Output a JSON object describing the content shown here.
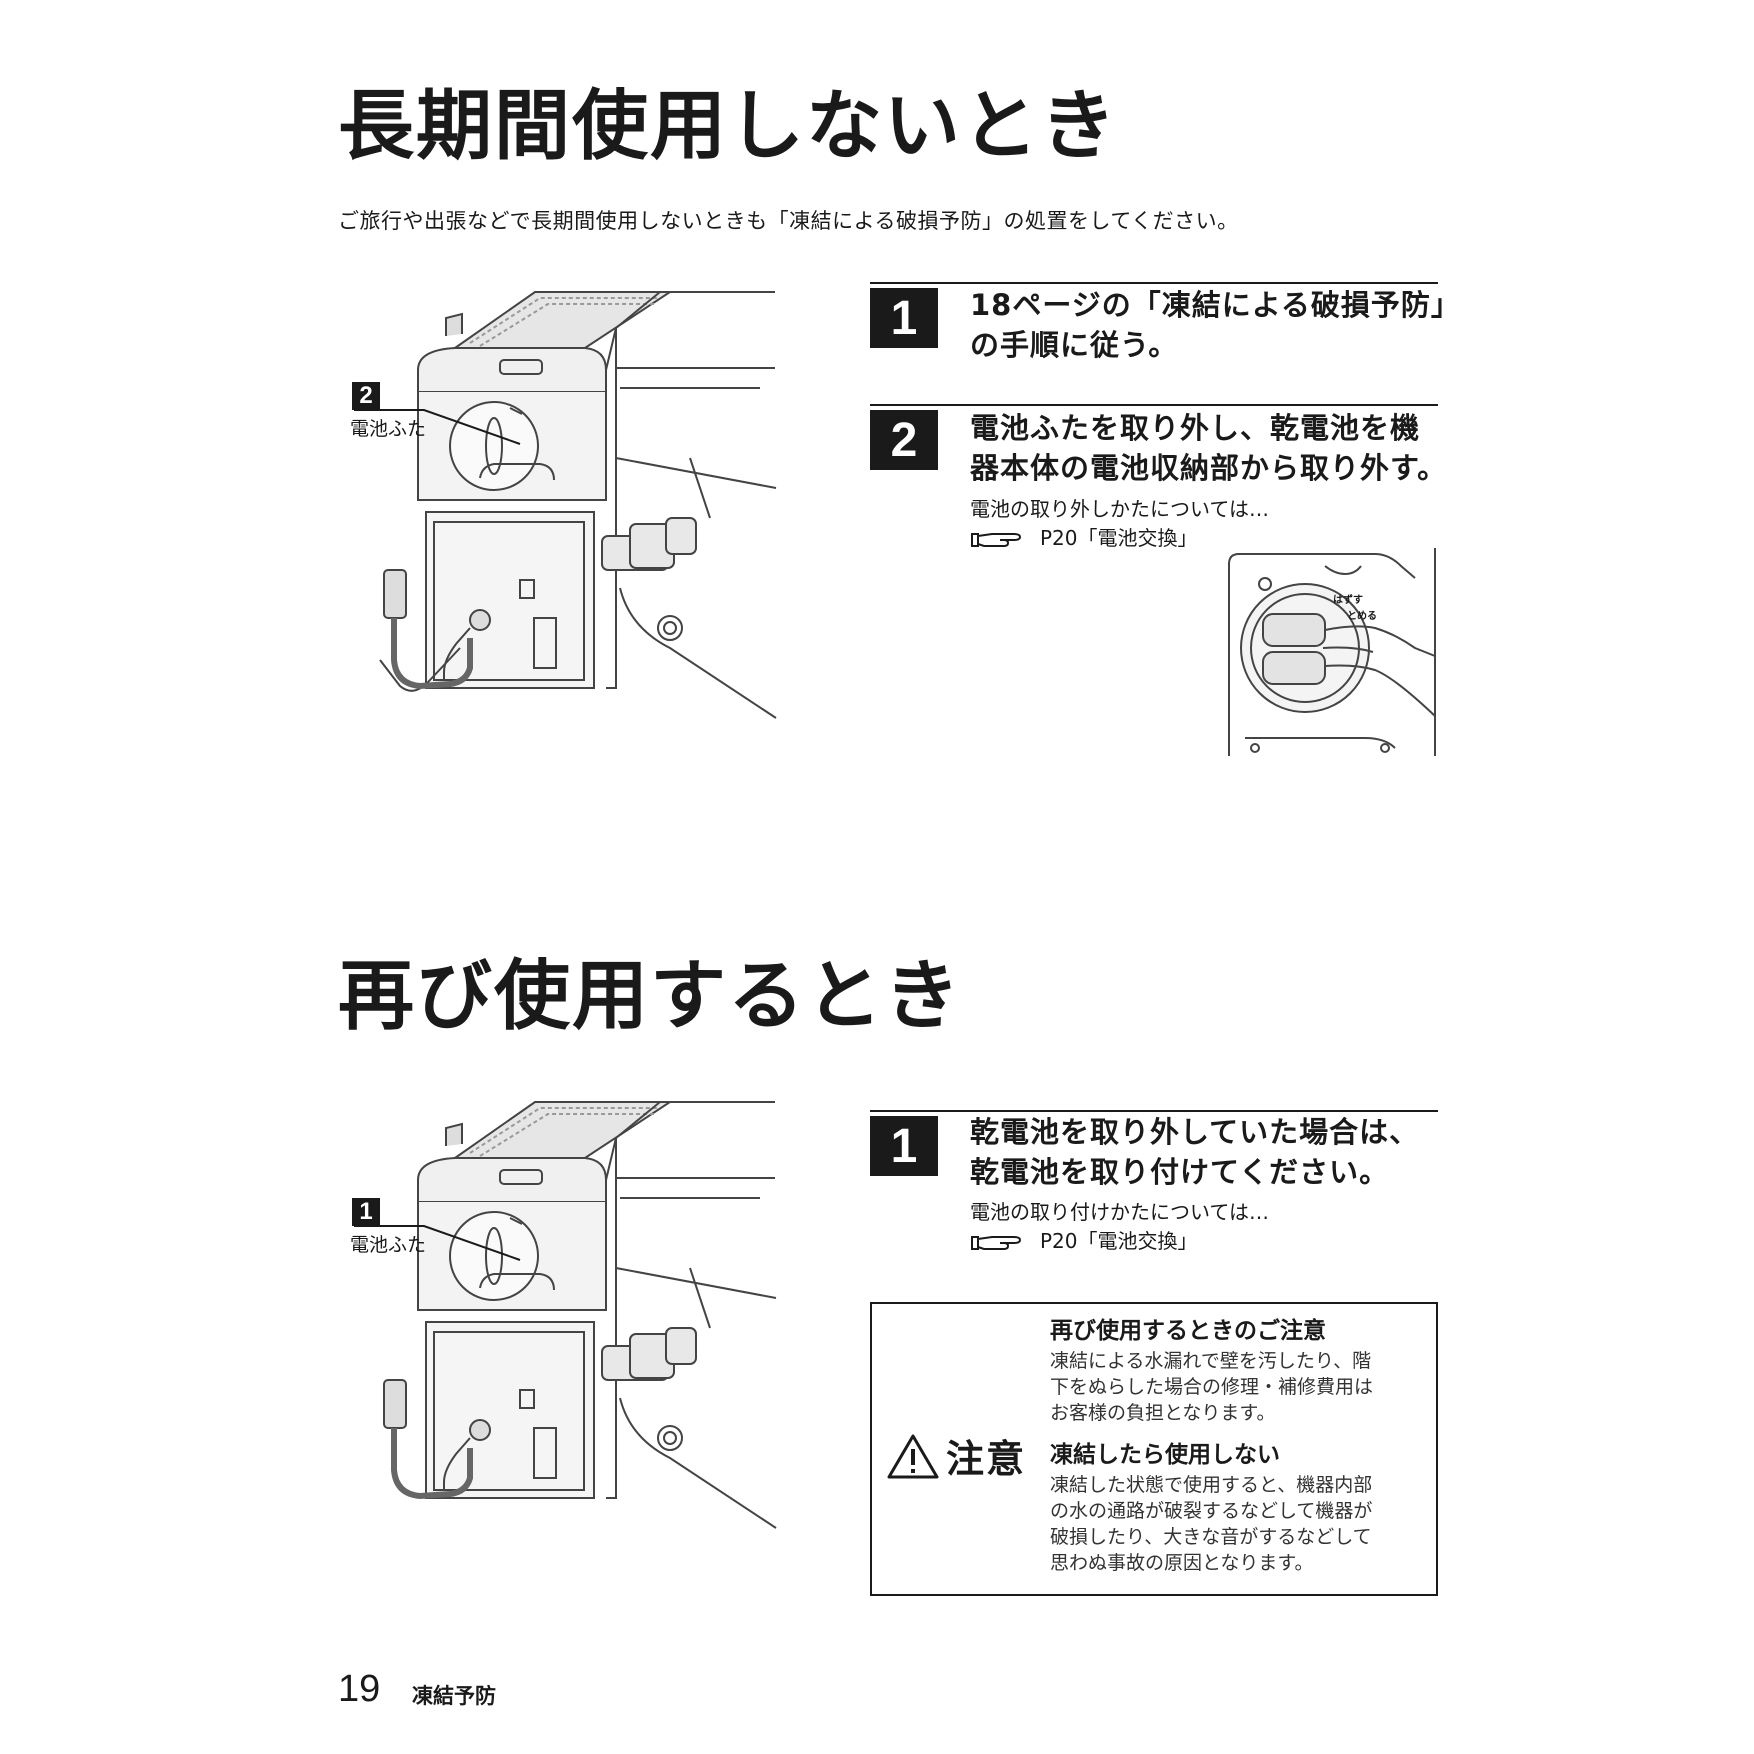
{
  "section1": {
    "title": "長期間使用しないとき",
    "intro": "ご旅行や出張などで長期間使用しないときも「凍結による破損予防」の処置をしてください。",
    "callout": {
      "number": "2",
      "label": "電池ふた"
    },
    "steps": [
      {
        "number": "1",
        "lines": [
          "18ページの「凍結による破損予防」",
          "の手順に従う。"
        ]
      },
      {
        "number": "2",
        "lines": [
          "電池ふたを取り外し、乾電池を機",
          "器本体の電池収納部から取り外す。"
        ],
        "note": "電池の取り外しかたについては…",
        "ref": "P20「電池交換」"
      }
    ],
    "detail_labels": {
      "remove": "はずす",
      "attach": "とめる"
    }
  },
  "section2": {
    "title": "再び使用するとき",
    "callout": {
      "number": "1",
      "label": "電池ふた"
    },
    "steps": [
      {
        "number": "1",
        "lines": [
          "乾電池を取り外していた場合は、",
          "乾電池を取り付けてください。"
        ],
        "note": "電池の取り付けかたについては…",
        "ref": "P20「電池交換」"
      }
    ],
    "caution": {
      "label": "注意",
      "items": [
        {
          "heading": "再び使用するときのご注意",
          "lines": [
            "凍結による水漏れで壁を汚したり、階",
            "下をぬらした場合の修理・補修費用は",
            "お客様の負担となります。"
          ]
        },
        {
          "heading": "凍結したら使用しない",
          "lines": [
            "凍結した状態で使用すると、機器内部",
            "の水の通路が破裂するなどして機器が",
            "破損したり、大きな音がするなどして",
            "思わぬ事故の原因となります。"
          ]
        }
      ]
    }
  },
  "footer": {
    "page": "19",
    "section": "凍結予防"
  }
}
